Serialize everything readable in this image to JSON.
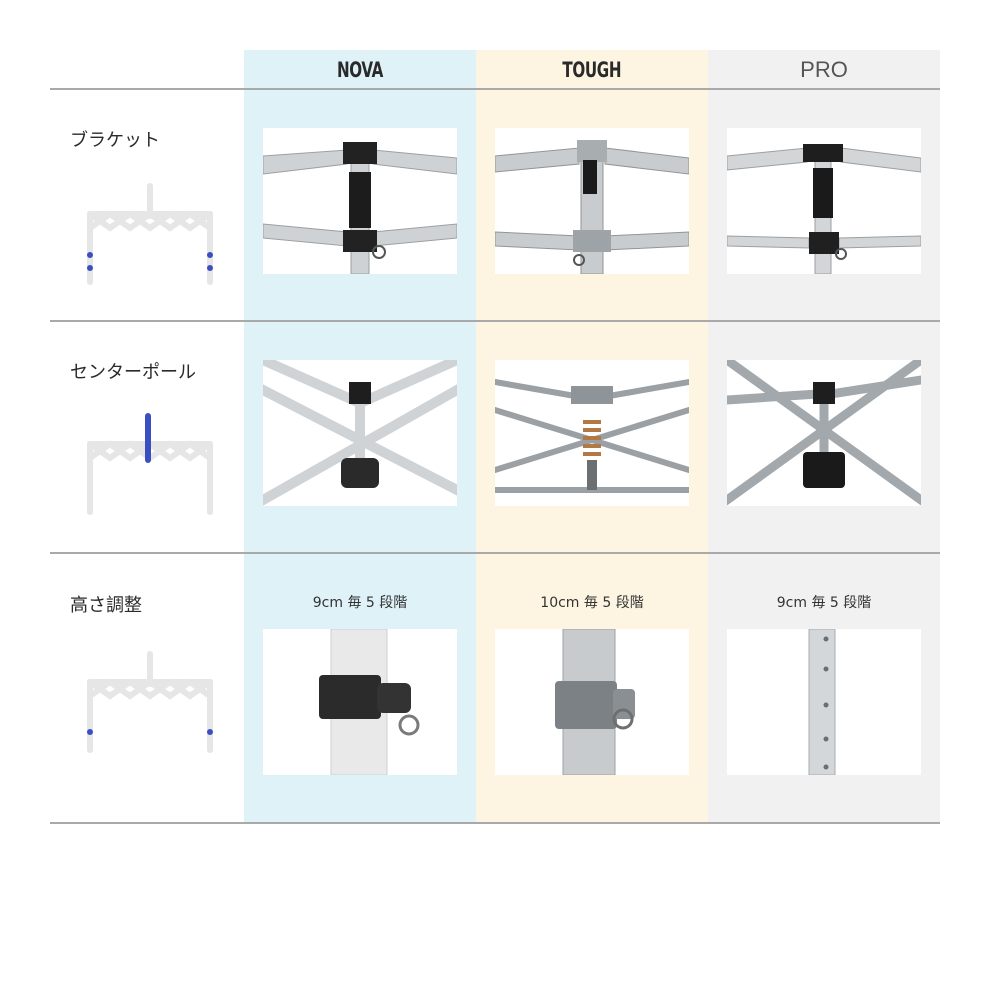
{
  "columns": [
    {
      "id": "nova",
      "label": "NOVA",
      "accent": "#def2f8"
    },
    {
      "id": "tough",
      "label": "TOUGH",
      "accent": "#fdf5e1"
    },
    {
      "id": "pro",
      "label": "PRO",
      "accent": "#f1f1f1"
    }
  ],
  "rows": [
    {
      "id": "bracket",
      "label": "ブラケット",
      "diagram_icon": "frame-bracket-highlight-icon"
    },
    {
      "id": "center_pole",
      "label": "センターポール",
      "diagram_icon": "frame-center-pole-highlight-icon"
    },
    {
      "id": "height",
      "label": "高さ調整",
      "diagram_icon": "frame-height-adjust-highlight-icon",
      "notes": [
        "9cm 毎 5 段階",
        "10cm 毎 5 段階",
        "9cm 毎 5 段階"
      ]
    }
  ],
  "colors": {
    "highlight": "#3a4fc0",
    "frame": "#e6e6e6",
    "divider": "#a9a9a9"
  }
}
